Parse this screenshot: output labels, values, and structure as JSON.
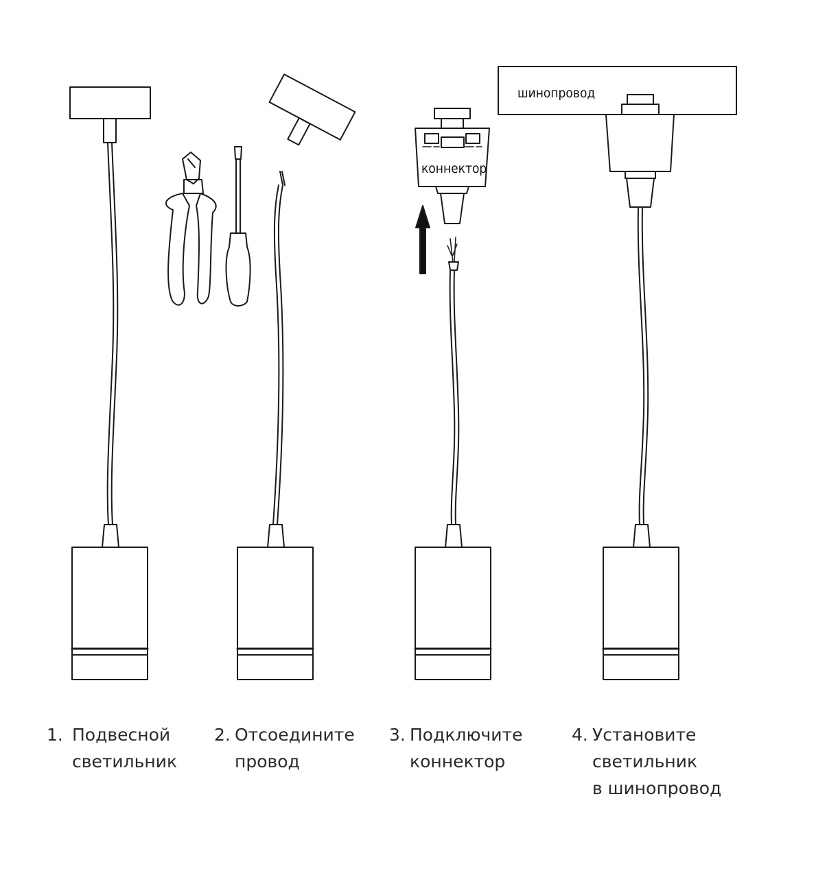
{
  "diagram": {
    "track_label": "шинопровод",
    "connector_label": "коннектор"
  },
  "steps": [
    {
      "number": "1.",
      "lines": [
        "Подвесной",
        "светильник"
      ]
    },
    {
      "number": "2.",
      "lines": [
        "Отсоедините",
        "провод"
      ]
    },
    {
      "number": "3.",
      "lines": [
        "Подключите",
        "коннектор"
      ]
    },
    {
      "number": "4.",
      "lines": [
        "Установите",
        "светильник",
        "в шинопровод"
      ]
    }
  ]
}
